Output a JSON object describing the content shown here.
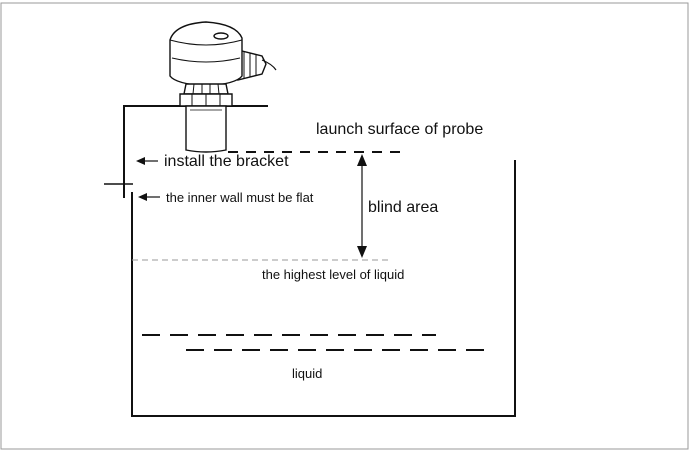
{
  "diagram": {
    "labels": {
      "launch_surface": "launch surface of probe",
      "install_bracket": "install the bracket",
      "inner_wall": "the inner wall must be flat",
      "blind_area": "blind area",
      "highest_level": "the highest level of liquid",
      "liquid": "liquid"
    },
    "colors": {
      "line": "#111111",
      "dashed_gray": "#9a9a9a",
      "probe_fill": "#f4f4f4"
    }
  }
}
